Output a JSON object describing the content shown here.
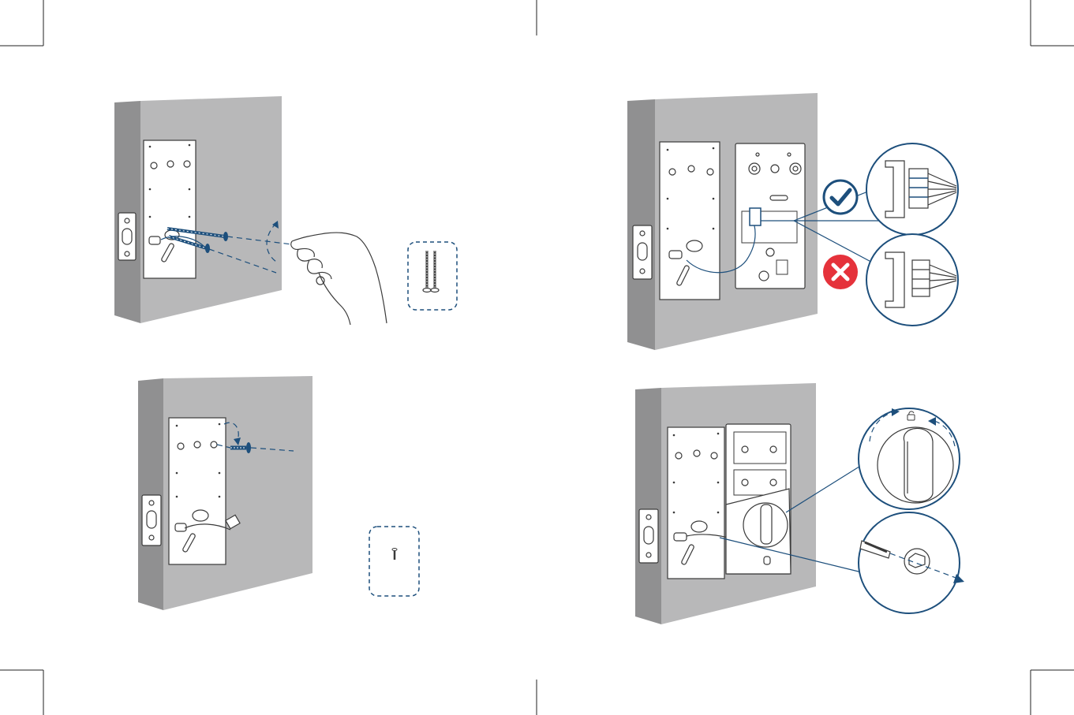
{
  "colors": {
    "accent_blue": "#1d4f7c",
    "door_face": "#b8b8b9",
    "door_edge": "#909091",
    "correct_fill": "#ffffff",
    "wrong_fill": "#e5323b"
  },
  "icons": {
    "correct": "check-circle-icon",
    "wrong": "x-circle-icon"
  },
  "steps": [
    {
      "id": "step-1",
      "name": "insert-long-screws"
    },
    {
      "id": "step-2",
      "name": "secure-mounting-plate-screw"
    },
    {
      "id": "step-3",
      "name": "connect-cable-connector"
    },
    {
      "id": "step-4",
      "name": "align-thumb-turn-and-attach"
    }
  ],
  "parts": {
    "long_screws": {
      "quantity": 2
    },
    "short_screw": {
      "quantity": 1
    }
  }
}
